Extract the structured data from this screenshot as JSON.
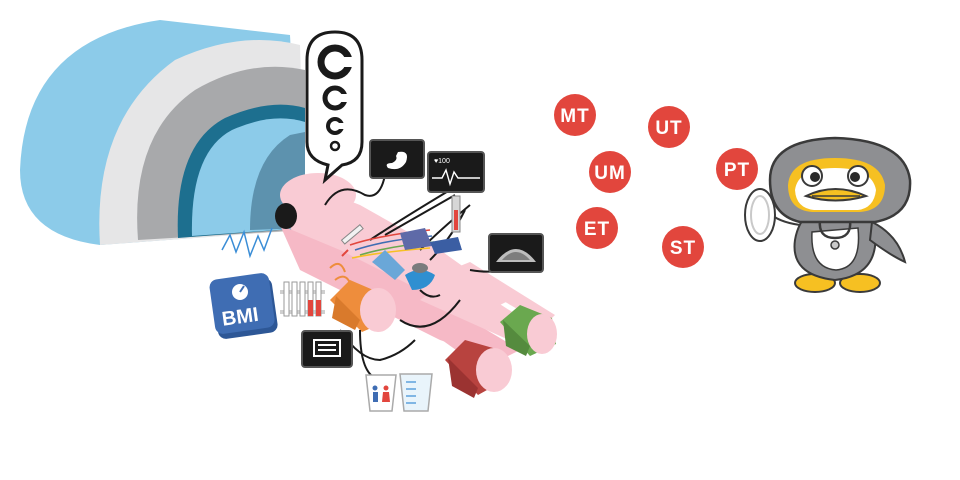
{
  "colors": {
    "scanner_blue": "#8ccbe9",
    "scanner_grey": "#e6e6e7",
    "scanner_dark": "#a8a9ab",
    "scanner_ring": "#1d6f8f",
    "body_pink": "#f9cbd4",
    "badge_red": "#e2463d",
    "bmi_blue": "#3f6db3",
    "mascot_grey": "#8e8f92",
    "mascot_yellow": "#f6c022",
    "cuff_orange": "#ee8d3c",
    "cuff_red": "#b8433f",
    "cuff_green": "#6aa84f"
  },
  "icons": {
    "vision_chart": "eye-chart-icon",
    "stomach_monitor": "stomach-xray-icon",
    "ecg_monitor": "ecg-monitor-icon",
    "ultrasound_monitor": "ultrasound-icon",
    "intestine_monitor": "intestine-xray-icon",
    "bmi_scale": "bmi-scale-icon",
    "urine_cups": "urine-cup-icon",
    "mascot": "penguin-doctor-icon"
  },
  "bmi_label": "BMI",
  "ecg_readout": "♥100",
  "test_badges": [
    {
      "label": "MT"
    },
    {
      "label": "UT"
    },
    {
      "label": "UM"
    },
    {
      "label": "PT"
    },
    {
      "label": "ET"
    },
    {
      "label": "ST"
    }
  ]
}
